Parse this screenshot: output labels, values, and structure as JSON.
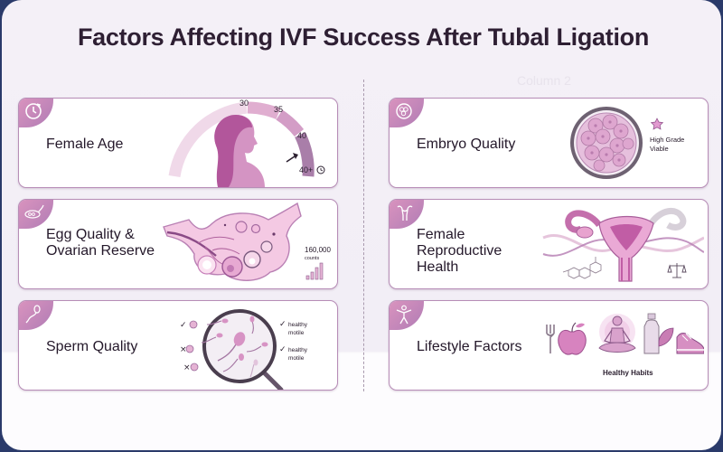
{
  "title": "Factors Affecting IVF Success After Tubal Ligation",
  "ghost_text": "Column 2",
  "colors": {
    "accent_pink": "#d993be",
    "accent_purple": "#b07cb5",
    "card_border": "#b78db7",
    "title_text": "#2e1f33"
  },
  "left_column": [
    {
      "label": "Female Age",
      "icon": "clock-icon",
      "art": {
        "gauge_ticks": [
          "30",
          "35",
          "40",
          "40+"
        ],
        "gauge_end_icon": "clock-icon"
      }
    },
    {
      "label_lines": [
        "Egg Quality &",
        "Ovarian Reserve"
      ],
      "icon": "ovary-icon",
      "art": {
        "count_value": "160,000",
        "count_unit": "counts"
      }
    },
    {
      "label": "Sperm Quality",
      "icon": "sperm-icon",
      "art": {
        "markers": [
          "✓",
          "×",
          "×"
        ],
        "notes": [
          {
            "line1": "healthy",
            "line2": "motile"
          },
          {
            "line1": "healthy",
            "line2": "motile"
          }
        ]
      }
    }
  ],
  "right_column": [
    {
      "label": "Embryo Quality",
      "icon": "embryo-icon",
      "art": {
        "badge_line1": "High Grade",
        "badge_line2": "Viable"
      }
    },
    {
      "label_lines": [
        "Female",
        "Reproductive",
        "Health"
      ],
      "icon": "uterus-icon"
    },
    {
      "label": "Lifestyle Factors",
      "icon": "person-icon",
      "art": {
        "caption": "Healthy Habits"
      }
    }
  ]
}
